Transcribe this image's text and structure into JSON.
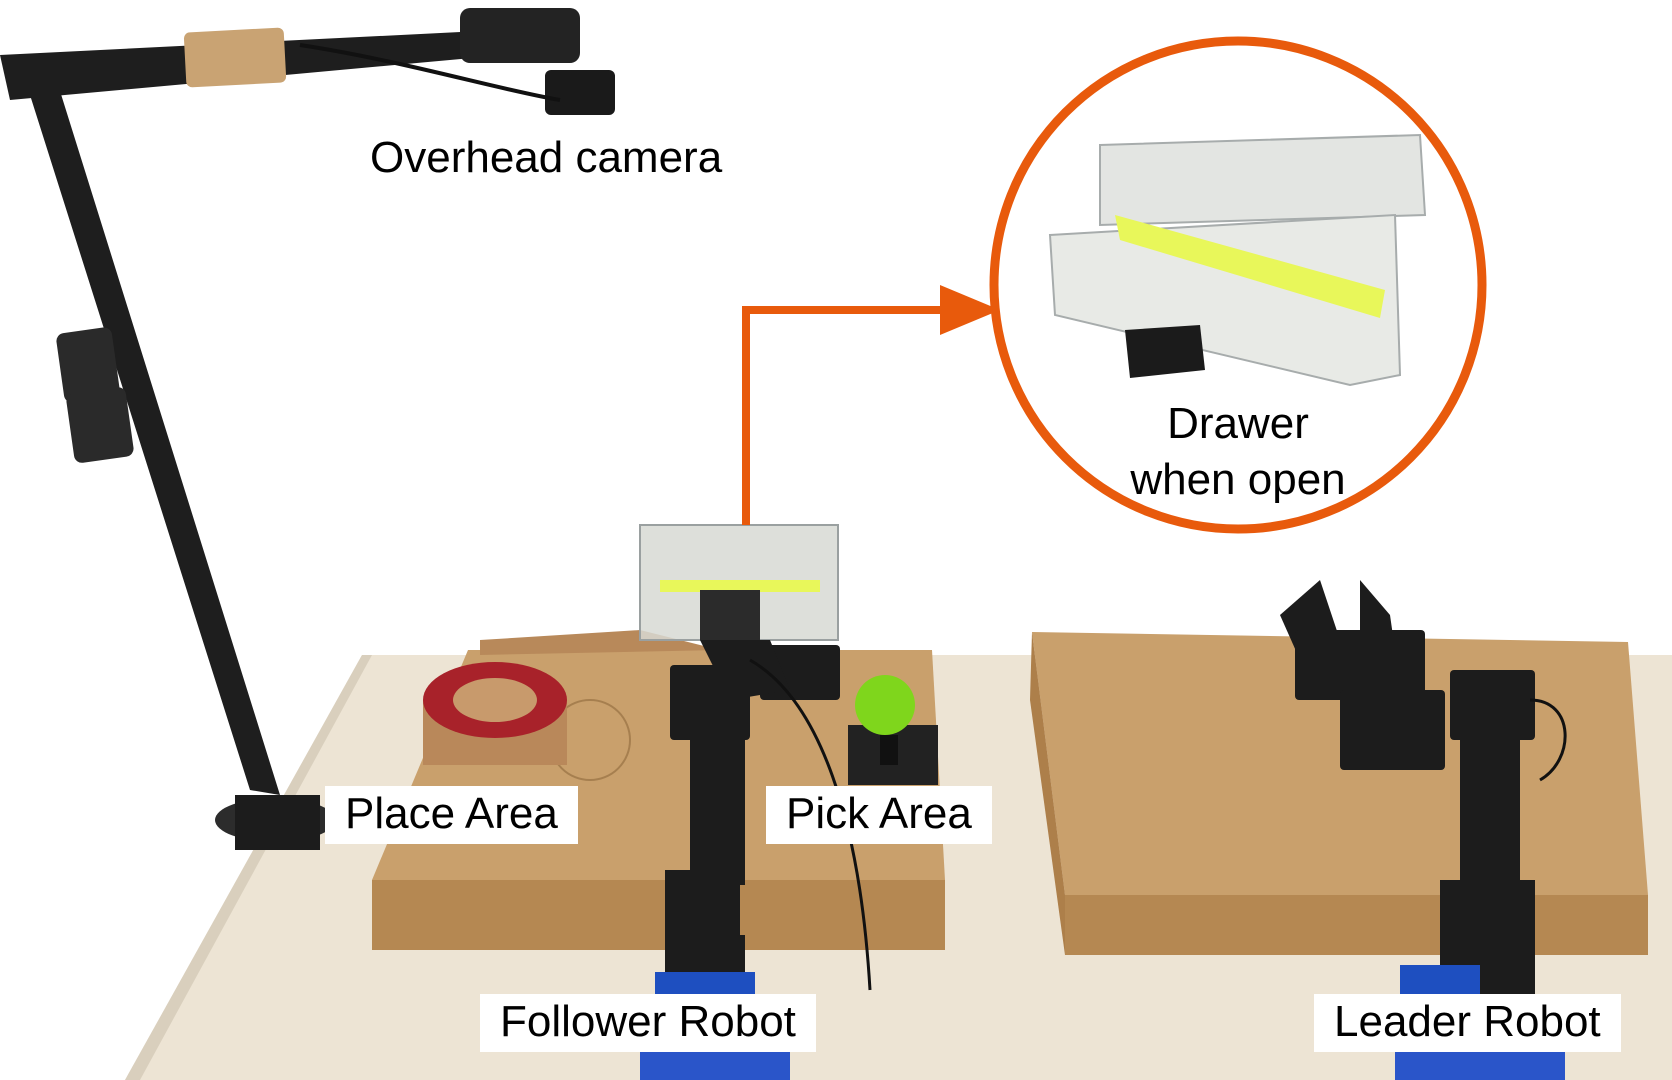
{
  "labels": {
    "overhead_camera": "Overhead camera",
    "drawer_line1": "Drawer",
    "drawer_line2": "when open",
    "place_area": "Place Area",
    "pick_area": "Pick Area",
    "follower_robot": "Follower Robot",
    "leader_robot": "Leader Robot"
  },
  "colors": {
    "accent_orange": "#e85a0c",
    "table": "#ece3d3",
    "cardboard": "#c49a66",
    "robot_black": "#1c1c1c",
    "ball_green": "#7fd61c",
    "tape_red": "#a8222a"
  }
}
